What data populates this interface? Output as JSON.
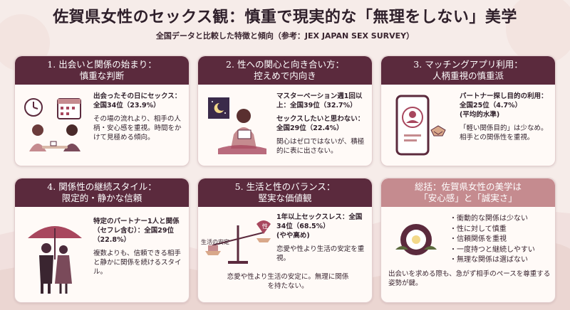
{
  "header": {
    "title": "佐賀県女性のセックス観：慎重で現実的な「無理をしない」美学",
    "subtitle": "全国データと比較した特徴と傾向（参考：JEX JAPAN SEX SURVEY）"
  },
  "cards": [
    {
      "heading_l1": "1. 出会いと関係の始まり：",
      "heading_l2": "慎重な判断",
      "stat": "出会ったその日にセックス：全国34位（23.9%）",
      "desc": "その場の流れより、相手の人柄・安心感を重視。時間をかけて見極める傾向。"
    },
    {
      "heading_l1": "2. 性への関心と向き合い方：",
      "heading_l2": "控えめで内向き",
      "stat": "マスターベーション週1回以上：全国39位（32.7%）",
      "stat2": "セックスしたいと思わない：全国29位（22.4%）",
      "desc": "関心はゼロではないが、積極的に表に出さない。"
    },
    {
      "heading_l1": "3. マッチングアプリ利用：",
      "heading_l2": "人柄重視の慎重派",
      "stat": "パートナー探し目的の利用：全国25位（4.7%）",
      "stat_note": "(平均的水準)",
      "desc": "「軽い関係目的」は少なめ。相手との関係性を重視。"
    },
    {
      "heading_l1": "4. 関係性の継続スタイル：",
      "heading_l2": "限定的・静かな信頼",
      "stat": "特定のパートナー1人と関係（セフレ含む）：全国29位（22.8%）",
      "desc": "複数よりも、信頼できる相手と静かに関係を続けるスタイル。"
    },
    {
      "heading_l1": "5. 生活と性のバランス：",
      "heading_l2": "堅実な価値観",
      "scale_left": "生活の安定",
      "scale_right": "性",
      "stat": "1年以上セックスレス：全国34位（68.5%）",
      "stat_note": "(やや高め)",
      "desc": "恋愛や性より生活の安定を重視。",
      "foot": "恋愛や性より生活の安定に。無理に関係を持たない。"
    }
  ],
  "summary": {
    "heading_l1": "総括：佐賀県女性の美学は",
    "heading_l2": "「安心感」と「誠実さ」",
    "items": [
      "・衝動的な関係は少ない",
      "・性に対して慎重",
      "・信頼関係を重視",
      "・一度持つと継続しやすい",
      "・無理な関係は選ばない"
    ],
    "foot": "出会いを求める際も、急がず相手のペースを尊重する姿勢が鍵。"
  },
  "colors": {
    "header_band": "#5b2a3d",
    "summary_band": "#c58b8f",
    "background": "#f6ece9",
    "card": "#fffaf7",
    "accent": "#a8475e"
  }
}
